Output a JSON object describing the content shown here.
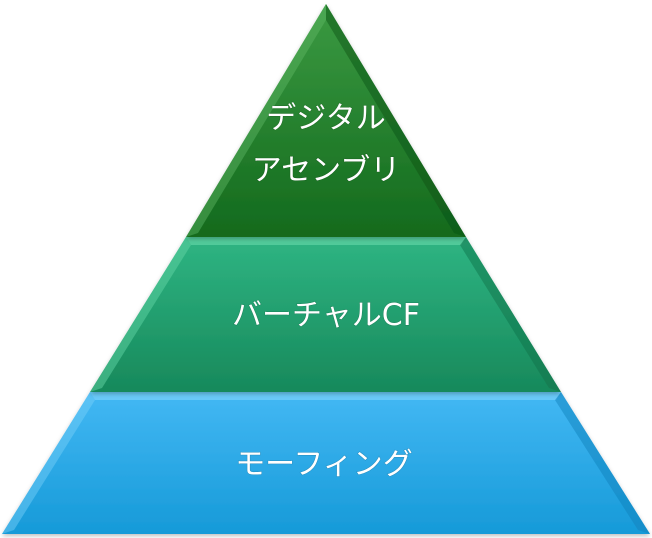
{
  "diagram": {
    "type": "pyramid",
    "tiers": [
      {
        "id": "top",
        "lines": [
          "デジタル",
          "アセンブリ"
        ],
        "color_light": "#3b9a42",
        "color_dark": "#136a1d",
        "color_edge": "#5fb865"
      },
      {
        "id": "middle",
        "lines": [
          "バーチャルCF"
        ],
        "color_light": "#2fb583",
        "color_dark": "#17895b",
        "color_edge": "#5fd3a4"
      },
      {
        "id": "bottom",
        "lines": [
          "モーフィング"
        ],
        "color_light": "#43b8f4",
        "color_dark": "#169ad8",
        "color_edge": "#79d0fa"
      }
    ]
  }
}
